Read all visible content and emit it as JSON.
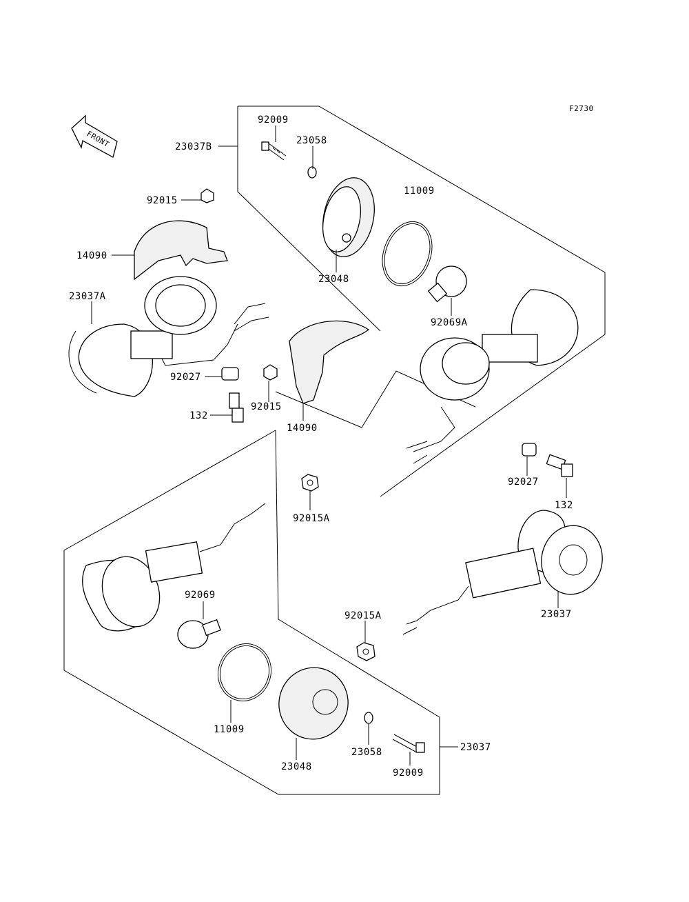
{
  "figure_code": "F2730",
  "front_label": "FRONT",
  "callouts": {
    "c23037B": "23037B",
    "c92009_top": "92009",
    "c23058_top": "23058",
    "c11009_top": "11009",
    "c23048_top": "23048",
    "c92069A": "92069A",
    "c92015_left": "92015",
    "c14090_left": "14090",
    "c23037A": "23037A",
    "c92027_left": "92027",
    "c132_left": "132",
    "c92015_mid": "92015",
    "c14090_mid": "14090",
    "c92027_right": "92027",
    "c132_right": "132",
    "c92015A_top": "92015A",
    "c92069": "92069",
    "c23037_right": "23037",
    "c92015A_bottom": "92015A",
    "c11009_bottom": "11009",
    "c23048_bottom": "23048",
    "c23058_bottom": "23058",
    "c92009_bottom": "92009",
    "c23037_bottom": "23037"
  }
}
